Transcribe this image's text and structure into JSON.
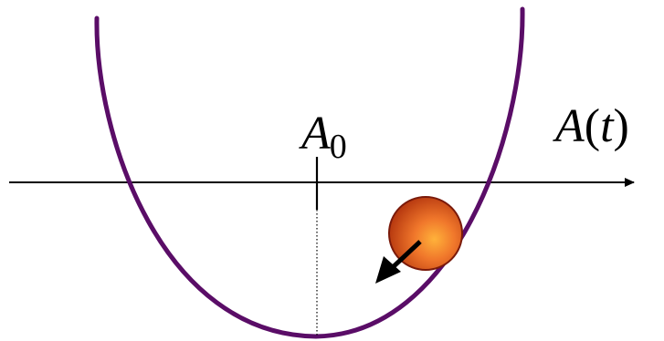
{
  "diagram": {
    "equilibrium_label": {
      "base": "A",
      "subscript": "0"
    },
    "axis_label": {
      "symbol": "A",
      "open_paren": "(",
      "variable": "t",
      "close_paren": ")"
    },
    "colors": {
      "curve": "#5a0d67",
      "axis": "#000000",
      "ball_center": "#ffb23a",
      "ball_mid": "#f0772b",
      "ball_edge": "#b83a10",
      "ball_outline": "#7a1a0a",
      "arrow": "#000000"
    }
  }
}
